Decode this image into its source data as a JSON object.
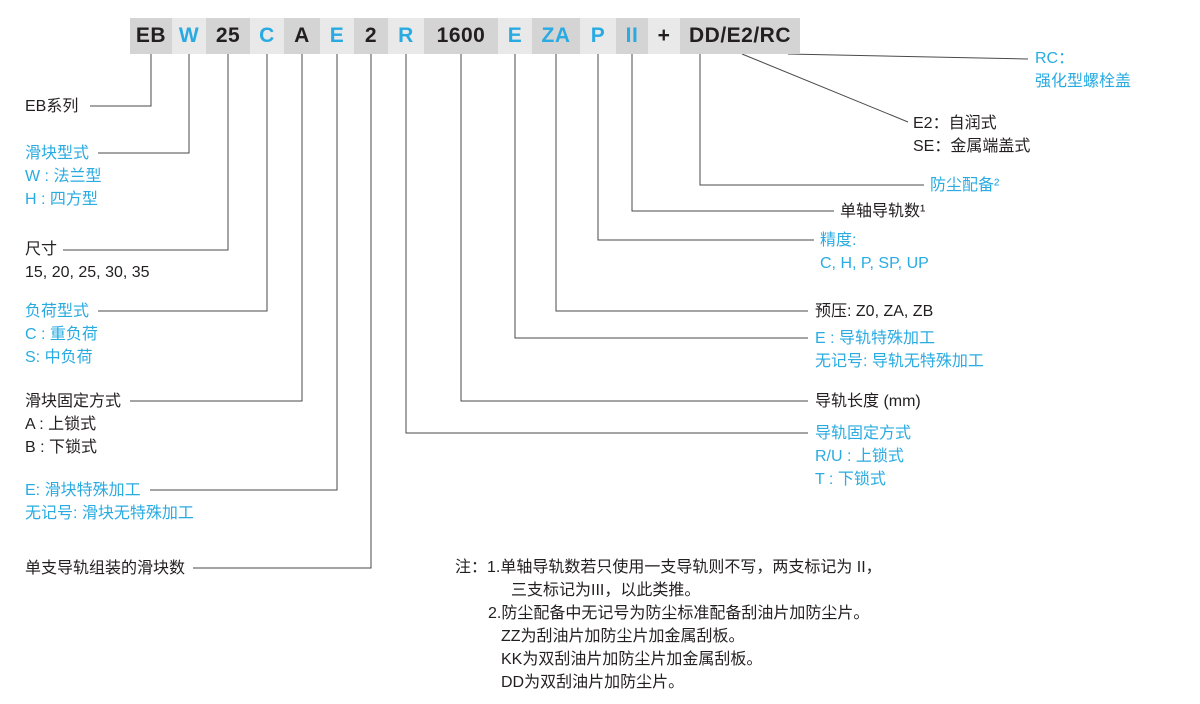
{
  "colors": {
    "accent_blue": "#29abe2",
    "text_black": "#231f20",
    "cell_shade_dark": "#d4d4d4",
    "cell_shade_light": "#e9e9e9",
    "leader_line": "#4a4a4a"
  },
  "code": {
    "segments": [
      "EB",
      "W",
      "25",
      "C",
      "A",
      "E",
      "2",
      "R",
      "1600",
      "E",
      "ZA",
      "P",
      "II",
      "+",
      "DD/E2/RC"
    ]
  },
  "left_labels": {
    "series": [
      "EB系列"
    ],
    "block_type": [
      "滑块型式",
      "W : 法兰型",
      "H : 四方型"
    ],
    "size": [
      "尺寸",
      "15, 20, 25, 30, 35"
    ],
    "load_type": [
      "负荷型式",
      "C : 重负荷",
      "S: 中负荷"
    ],
    "block_fixing": [
      "滑块固定方式",
      "A : 上锁式",
      "B : 下锁式"
    ],
    "block_special": [
      "E: 滑块特殊加工",
      "无记号: 滑块无特殊加工"
    ],
    "block_count": [
      "单支导轨组装的滑块数"
    ]
  },
  "right_labels": {
    "rc_option": [
      "RC：",
      "强化型螺栓盖"
    ],
    "end_cap_options": [
      "E2：自润式",
      "SE：金属端盖式"
    ],
    "dust_protection": [
      "防尘配备²"
    ],
    "rail_count": [
      "单轴导轨数¹"
    ],
    "precision": [
      "精度:",
      "C, H, P, SP, UP"
    ],
    "preload": [
      "预压: Z0, ZA, ZB"
    ],
    "rail_special": [
      "E : 导轨特殊加工",
      "无记号: 导轨无特殊加工"
    ],
    "rail_length": [
      "导轨长度 (mm)"
    ],
    "rail_fixing": [
      "导轨固定方式",
      "R/U : 上锁式",
      "T : 下锁式"
    ]
  },
  "notes": {
    "lines": [
      "注：1.单轴导轨数若只使用一支导轨则不写，两支标记为 II，",
      "三支标记为III，以此类推。",
      "2.防尘配备中无记号为防尘标准配备刮油片加防尘片。",
      "ZZ为刮油片加防尘片加金属刮板。",
      "KK为双刮油片加防尘片加金属刮板。",
      "DD为双刮油片加防尘片。"
    ]
  }
}
